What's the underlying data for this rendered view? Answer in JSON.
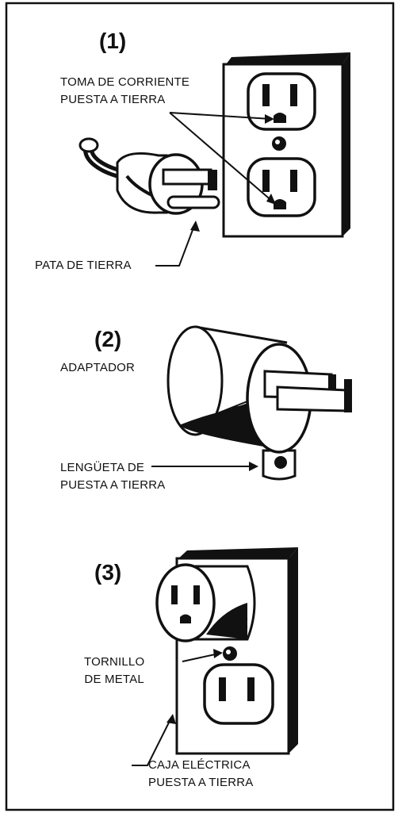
{
  "figure_1": {
    "number": "(1)",
    "outlet_label": [
      "TOMA DE CORRIENTE",
      "PUESTA A TIERRA"
    ],
    "pin_label": "PATA DE TIERRA"
  },
  "figure_2": {
    "number": "(2)",
    "adapter_label": "ADAPTADOR",
    "tab_label": [
      "LENGÜETA DE",
      "PUESTA A TIERRA"
    ]
  },
  "figure_3": {
    "number": "(3)",
    "screw_label": [
      "TORNILLO",
      "DE METAL"
    ],
    "box_label": [
      "CAJA ELÉCTRICA",
      "PUESTA A TIERRA"
    ]
  }
}
